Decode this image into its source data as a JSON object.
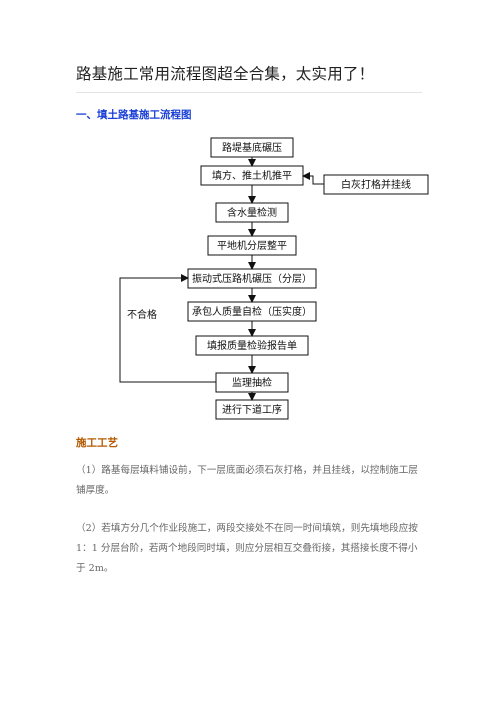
{
  "title": "路基施工常用流程图超全合集，太实用了！",
  "section_heading": "一、填土路基施工流程图",
  "flowchart": {
    "steps": [
      "路堤基底碾压",
      "填方、推土机推平",
      "含水量检测",
      "平地机分层整平",
      "振动式压路机碾压（分层）",
      "承包人质量自检（压实度）",
      "填报质量检验报告单",
      "监理抽检",
      "进行下道工序"
    ],
    "side_box": "白灰打格并挂线",
    "loop_label": "不合格"
  },
  "sub_heading": "施工工艺",
  "paragraphs": [
    "（1）路基每层填料铺设前，下一层底面必须石灰打格，并且挂线，以控制施工层铺厚度。",
    "（2）若填方分几个作业段施工，两段交接处不在同一时间填筑，则先填地段应按 1：1 分层台阶，若两个地段同时填，则应分层相互交叠衔接，其搭接长度不得小于 2m。"
  ]
}
